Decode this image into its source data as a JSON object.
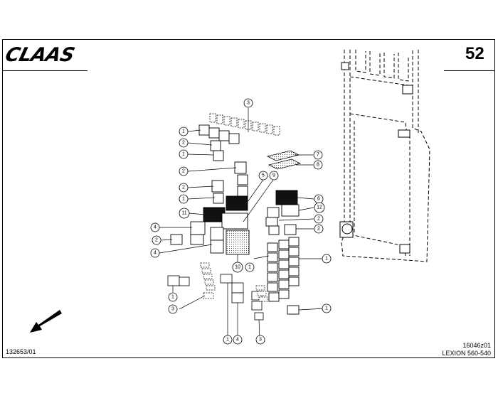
{
  "header": {
    "brand_logo_text": "CLAAS",
    "page_number": "52"
  },
  "footer": {
    "left_code": "132653/01",
    "drawing_code": "16046z01",
    "model": "LEXION 560-540"
  },
  "callouts": [
    {
      "id": "c1a",
      "label": "1"
    },
    {
      "id": "c2a",
      "label": "2"
    },
    {
      "id": "c1b",
      "label": "1"
    },
    {
      "id": "c2b",
      "label": "2"
    },
    {
      "id": "c2c",
      "label": "2"
    },
    {
      "id": "c1c",
      "label": "1"
    },
    {
      "id": "c11",
      "label": "11"
    },
    {
      "id": "c4a",
      "label": "4"
    },
    {
      "id": "c2d",
      "label": "2"
    },
    {
      "id": "c4b",
      "label": "4"
    },
    {
      "id": "c3a",
      "label": "3"
    },
    {
      "id": "c7",
      "label": "7"
    },
    {
      "id": "c8",
      "label": "8"
    },
    {
      "id": "c5",
      "label": "5"
    },
    {
      "id": "c9",
      "label": "9"
    },
    {
      "id": "c6",
      "label": "6"
    },
    {
      "id": "c12",
      "label": "12"
    },
    {
      "id": "c2e",
      "label": "2"
    },
    {
      "id": "c2f",
      "label": "2"
    },
    {
      "id": "c1d",
      "label": "1"
    },
    {
      "id": "c10",
      "label": "10"
    },
    {
      "id": "c1e",
      "label": "1"
    },
    {
      "id": "c1f",
      "label": "1"
    },
    {
      "id": "c3b",
      "label": "3"
    },
    {
      "id": "c1g",
      "label": "1"
    },
    {
      "id": "c4c",
      "label": "4"
    },
    {
      "id": "c3c",
      "label": "3"
    },
    {
      "id": "c1h",
      "label": "1"
    }
  ]
}
